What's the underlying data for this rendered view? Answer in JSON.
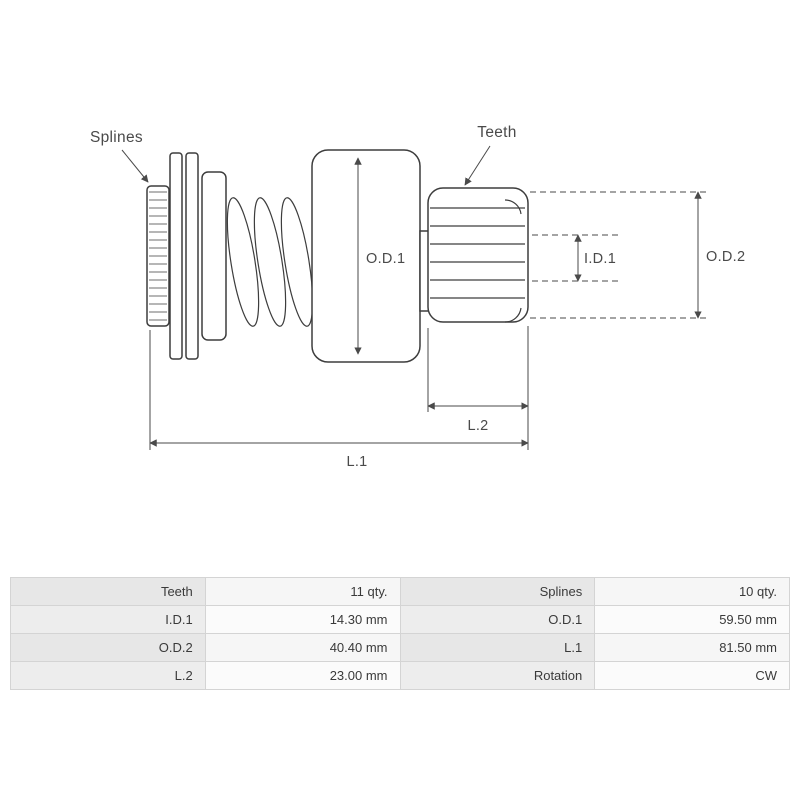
{
  "diagram": {
    "callouts": {
      "splines": "Splines",
      "teeth": "Teeth"
    },
    "dimensions": {
      "od1": "O.D.1",
      "id1": "I.D.1",
      "od2": "O.D.2",
      "l1": "L.1",
      "l2": "L.2"
    },
    "stroke_color": "#3d3d3d",
    "label_color": "#4a4a4a"
  },
  "table": {
    "label_bg": "#e7e7e7",
    "value_bg": "#f6f6f6",
    "border_color": "#d4d4d4",
    "text_color": "#3a3a3a",
    "rows": [
      {
        "c0": "Teeth",
        "c1": "11 qty.",
        "c2": "Splines",
        "c3": "10 qty."
      },
      {
        "c0": "I.D.1",
        "c1": "14.30 mm",
        "c2": "O.D.1",
        "c3": "59.50 mm"
      },
      {
        "c0": "O.D.2",
        "c1": "40.40 mm",
        "c2": "L.1",
        "c3": "81.50 mm"
      },
      {
        "c0": "L.2",
        "c1": "23.00 mm",
        "c2": "Rotation",
        "c3": "CW"
      }
    ]
  }
}
